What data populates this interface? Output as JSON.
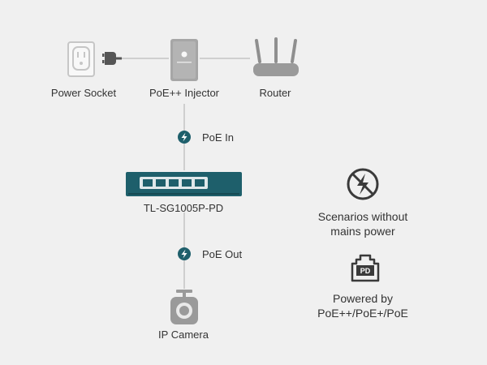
{
  "devices": {
    "power_socket": "Power Socket",
    "poe_injector": "PoE++ Injector",
    "router": "Router",
    "switch": "TL-SG1005P-PD",
    "ip_camera": "IP Camera"
  },
  "links": {
    "poe_in": "PoE In",
    "poe_out": "PoE Out"
  },
  "side_notes": {
    "no_mains": {
      "line1": "Scenarios without",
      "line2": "mains power",
      "icon": "no-power-icon"
    },
    "powered_by": {
      "line1": "Powered by",
      "line2": "PoE++/PoE+/PoE",
      "icon": "pd-port-icon",
      "badge": "PD"
    }
  },
  "colors": {
    "background": "#f0f0f0",
    "line": "#cfcfcf",
    "device_gray": "#a6a6a6",
    "teal": "#1e5f6b",
    "icon_dark": "#3a3a3a"
  }
}
